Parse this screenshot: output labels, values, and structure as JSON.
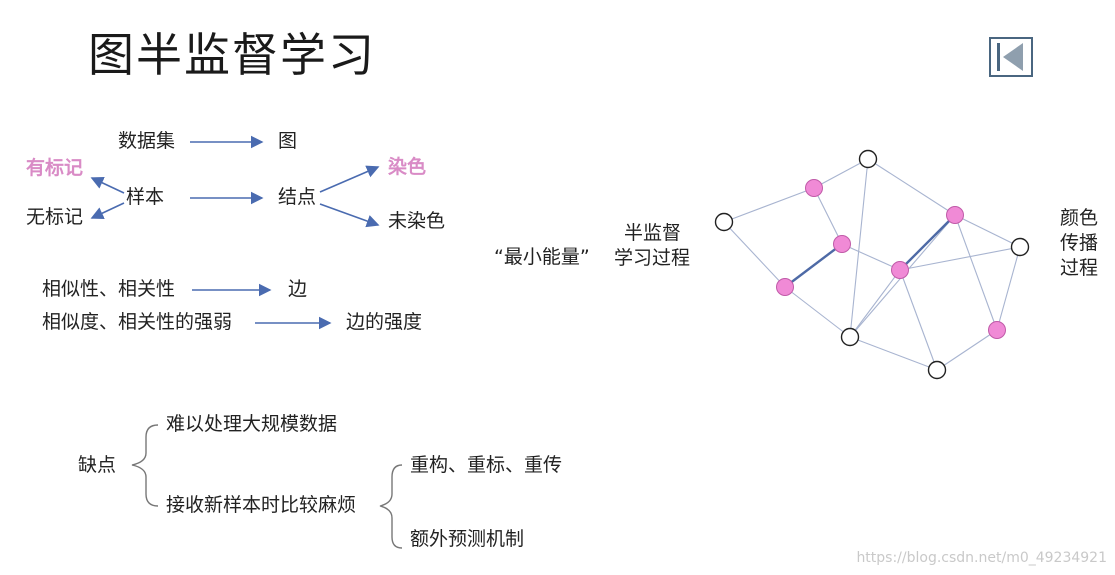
{
  "title": "图半监督学习",
  "mapping": {
    "dataset": "数据集",
    "graph": "图",
    "sample": "样本",
    "node": "结点",
    "labeled": "有标记",
    "unlabeled": "无标记",
    "colored": "染色",
    "uncolored": "未染色",
    "similarity": "相似性、相关性",
    "edge": "边",
    "similarity_strength": "相似度、相关性的强弱",
    "edge_strength": "边的强度"
  },
  "energy": {
    "quote": "“最小能量”",
    "process_line1": "半监督",
    "process_line2": "学习过程"
  },
  "propagation": {
    "line1": "颜色",
    "line2": "传播",
    "line3": "过程"
  },
  "cons": {
    "label": "缺点",
    "item1": "难以处理大规模数据",
    "item2": "接收新样本时比较麻烦",
    "sub1": "重构、重标、重传",
    "sub2": "额外预测机制"
  },
  "watermark": "https://blog.csdn.net/m0_49234921",
  "colors": {
    "accent_pink": "#d98bc6",
    "node_fill_colored": "#f08ad6",
    "edge": "#a8b4d0",
    "edge_strong": "#4e6aa6",
    "arrow": "#4a6bb0"
  }
}
